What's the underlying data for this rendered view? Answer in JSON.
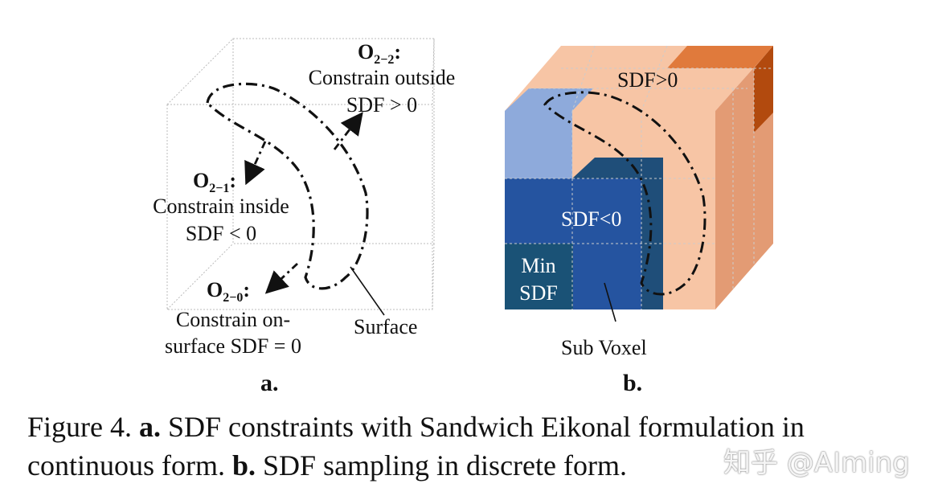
{
  "panel_a": {
    "o22_label": "O",
    "o22_sub": "2−2",
    "o22_colon": ":",
    "o22_line1": "Constrain outside",
    "o22_line2": "SDF > 0",
    "o21_label": "O",
    "o21_sub": "2−1",
    "o21_colon": ":",
    "o21_line1": "Constrain inside",
    "o21_line2": "SDF < 0",
    "o20_label": "O",
    "o20_sub": "2−0",
    "o20_colon": ":",
    "o20_line1": "Constrain on-",
    "o20_line2": "surface  SDF = 0",
    "surface_label": "Surface",
    "panel_letter": "a."
  },
  "panel_b": {
    "sdf_pos": "SDF>0",
    "sdf_neg": "SDF<0",
    "min_line1": "Min",
    "min_line2": "SDF",
    "sub_voxel": "Sub Voxel",
    "panel_letter": "b."
  },
  "caption": {
    "fig_label": "Figure 4.",
    "a_letter": "a.",
    "a_text": "SDF constraints with Sandwich Eikonal formulation in continuous form.",
    "b_letter": "b.",
    "b_text": "SDF sampling in discrete form."
  },
  "watermark": "知乎 @AIming",
  "colors": {
    "light_orange": "#f7c5a5",
    "mid_orange": "#e8986a",
    "dark_orange": "#b24a0e",
    "light_blue": "#8eaadb",
    "dark_blue": "#2554a0",
    "navy": "#1f4e79"
  }
}
